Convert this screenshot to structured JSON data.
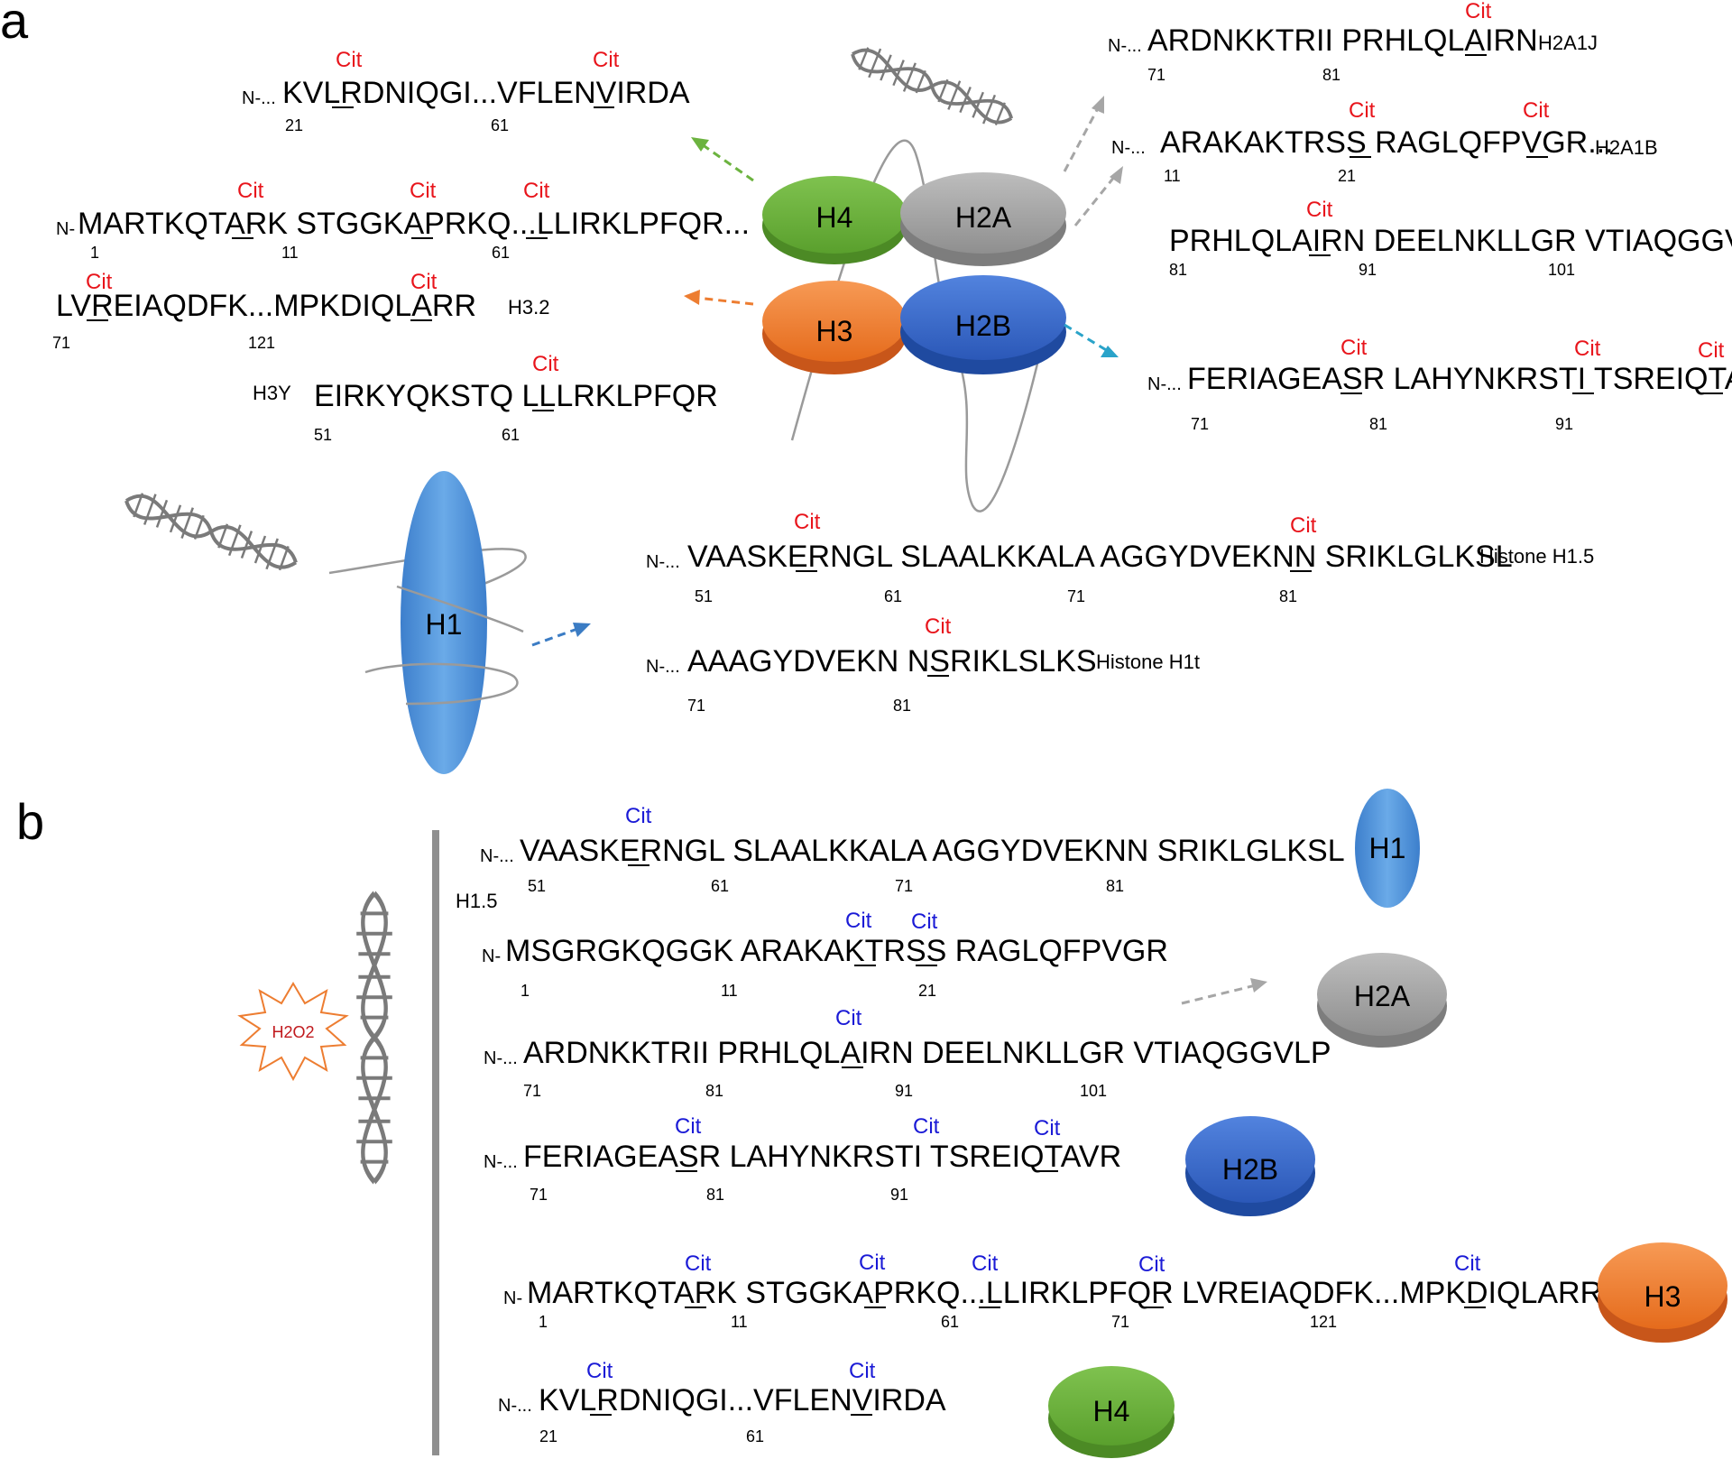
{
  "panels": {
    "a": "a",
    "b": "b"
  },
  "histones": {
    "h1": "H1",
    "h2a": "H2A",
    "h2b": "H2B",
    "h3": "H3",
    "h4": "H4"
  },
  "cit": "Cit",
  "h2o2": "H2O2",
  "colors": {
    "h4": "#6cb33f",
    "h2a": "#a6a6a6",
    "h3": "#ed7d31",
    "h2b": "#3b6fd0",
    "h1": "#4a8fd6",
    "cit_a": "#e8141b",
    "cit_b": "#1a1ad6"
  },
  "a": {
    "h4_line1": {
      "prefix": "N-...",
      "seq": "KVLRDNIQGI...VFLENVIRDA",
      "n1": "21",
      "n2": "61"
    },
    "h3_line1": {
      "prefix": "N-",
      "seq": "MARTKQTARK STGGKAPRKQ...LLIRKLPFQR...",
      "n1": "1",
      "n2": "11",
      "n3": "61"
    },
    "h3_line2": {
      "seq": "LVREIAQDFK...MPKDIQLARR",
      "label": "H3.2",
      "n1": "71",
      "n2": "121"
    },
    "h3y_line": {
      "label": "H3Y",
      "seq": "EIRKYQKSTQ LLLRKLPFQR",
      "n1": "51",
      "n2": "61"
    },
    "h2a1j": {
      "prefix": "N-...",
      "seq": "ARDNKKTRII PRHLQLAIRN",
      "label": "H2A1J",
      "n1": "71",
      "n2": "81"
    },
    "h2a1b": {
      "prefix": "N-...",
      "seq": "ARAKAKTRSS RAGLQFPVGR...",
      "label": "H2A1B",
      "n1": "11",
      "n2": "21"
    },
    "h2a_extra": {
      "seq": "PRHLQLAIRN DEELNKLLGR VTIAQGGVLP",
      "n1": "81",
      "n2": "91",
      "n3": "101"
    },
    "h2b": {
      "prefix": "N-...",
      "seq": "FERIAGEASR LAHYNKRSTI TSREIQTAVR",
      "n1": "71",
      "n2": "81",
      "n3": "91"
    },
    "h15": {
      "prefix": "N-...",
      "seq": "VAASKERNGL SLAALKKALA AGGYDVEKNN SRIKLGLKSL",
      "label": "Histone H1.5",
      "n1": "51",
      "n2": "61",
      "n3": "71",
      "n4": "81"
    },
    "h1t": {
      "prefix": "N-...",
      "seq": "AAAGYDVEKN NSRIKLSLKS",
      "label": "Histone H1t",
      "n1": "71",
      "n2": "81"
    }
  },
  "b": {
    "h15": {
      "prefix": "N-...",
      "seq": "VAASKERNGL SLAALKKALA AGGYDVEKNN SRIKLGLKSL",
      "label": "H1.5",
      "n1": "51",
      "n2": "61",
      "n3": "71",
      "n4": "81"
    },
    "h2a1b": {
      "prefix": "N-",
      "seq": "MSGRGKQGGK ARAKAKTRSS RAGLQFPVGR",
      "n1": "1",
      "n2": "11",
      "n3": "21"
    },
    "h2a1j": {
      "prefix": "N-...",
      "seq": "ARDNKKTRII PRHLQLAIRN DEELNKLLGR VTIAQGGVLP",
      "n1": "71",
      "n2": "81",
      "n3": "91",
      "n4": "101"
    },
    "h2b": {
      "prefix": "N-...",
      "seq": "FERIAGEASR LAHYNKRSTI TSREIQTAVR",
      "n1": "71",
      "n2": "81",
      "n3": "91"
    },
    "h3": {
      "prefix": "N-",
      "seq": "MARTKQTARK STGGKAPRKQ...LLIRKLPFQR LVREIAQDFK...MPKDIQLARR",
      "n1": "1",
      "n2": "11",
      "n3": "61",
      "n4": "71",
      "n5": "121"
    },
    "h4": {
      "prefix": "N-...",
      "seq": "KVLRDNIQGI...VFLENVIRDA",
      "n1": "21",
      "n2": "61"
    }
  }
}
